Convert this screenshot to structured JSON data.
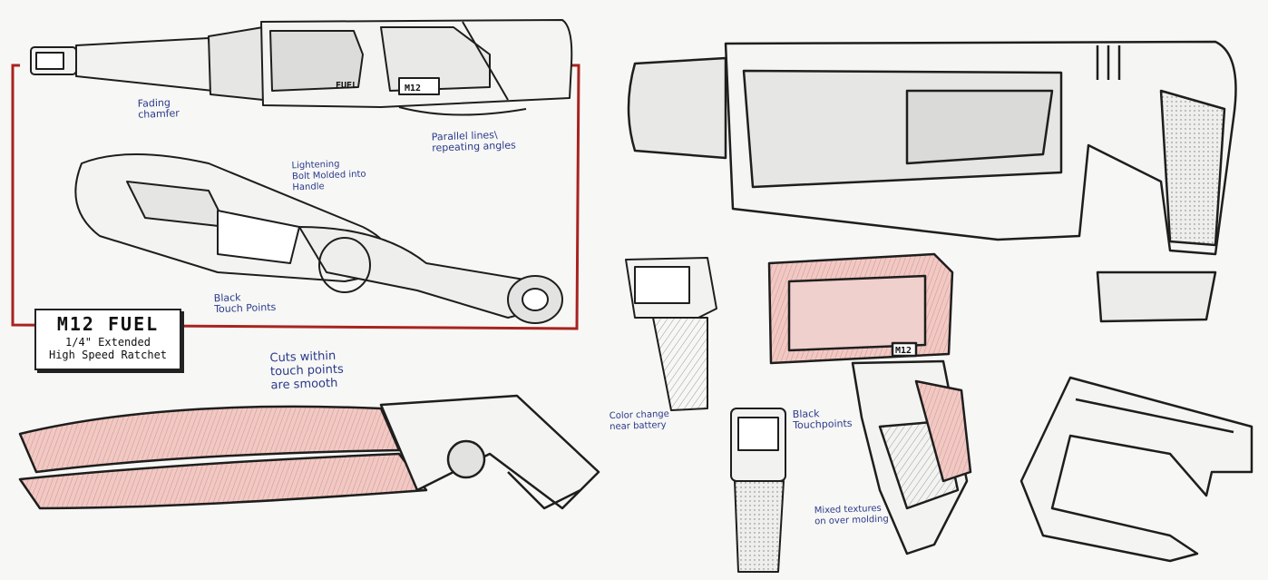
{
  "title_block": {
    "line1": "M12 FUEL",
    "line2": "1/4\" Extended",
    "line3": "High Speed Ratchet"
  },
  "annotations": {
    "fading_chamfer": "Fading\nchamfer",
    "parallel_lines": "Parallel lines\\\nrepeating angles",
    "lightening_bolt": "Lightening\nBolt Molded into\nHandle",
    "black_touch_points": "Black\nTouch Points",
    "cuts_within": "Cuts within\ntouch points\nare smooth",
    "color_change": "Color change\nnear battery",
    "black_touchpoints_gun": "Black\nTouchpoints",
    "mixed_textures": "Mixed textures\non over molding"
  },
  "tool_labels": {
    "fuel": "FUEL",
    "m12_ratchet": "M12",
    "m12_gun": "M12"
  },
  "colors": {
    "ink": "#1e1e1e",
    "annotation_blue": "#2b3a8c",
    "frame_red": "#a8231f",
    "overmold_red": "#e2a9a3",
    "shade_grey": "#cfcfcc"
  }
}
